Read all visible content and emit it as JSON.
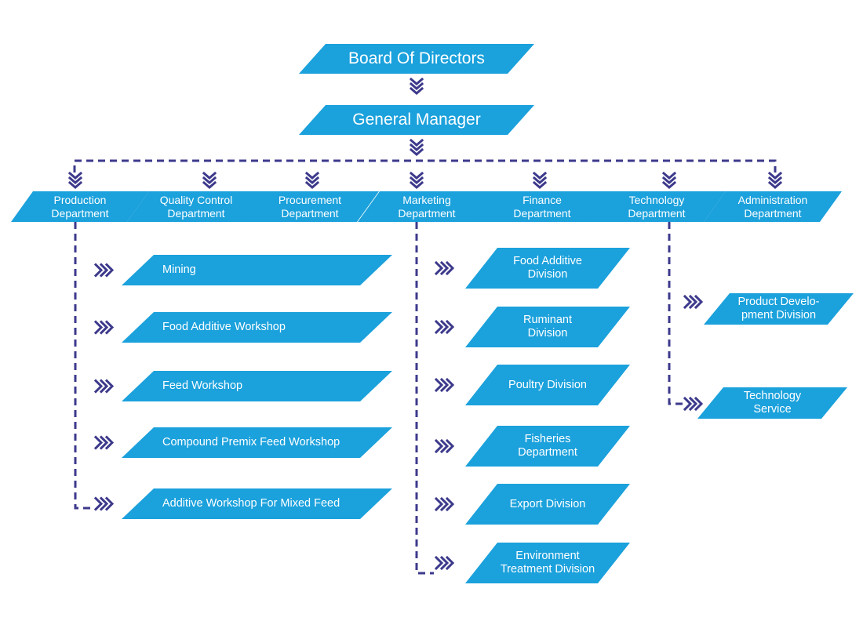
{
  "colors": {
    "box_fill": "#1ba1dc",
    "connector": "#3d3a8c",
    "text": "#ffffff"
  },
  "top": {
    "board": "Board Of Directors",
    "general_manager": "General Manager"
  },
  "departments": [
    {
      "id": "production",
      "line1": "Production",
      "line2": "Department"
    },
    {
      "id": "quality-control",
      "line1": "Quality Control",
      "line2": "Department"
    },
    {
      "id": "procurement",
      "line1": "Procurement",
      "line2": "Department"
    },
    {
      "id": "marketing",
      "line1": "Marketing",
      "line2": "Department"
    },
    {
      "id": "finance",
      "line1": "Finance",
      "line2": "Department"
    },
    {
      "id": "technology",
      "line1": "Technology",
      "line2": "Department"
    },
    {
      "id": "administration",
      "line1": "Administration",
      "line2": "Department"
    }
  ],
  "production_units": [
    {
      "line1": "Mining"
    },
    {
      "line1": "Food Additive Workshop"
    },
    {
      "line1": "Feed Workshop"
    },
    {
      "line1": "Compound Premix Feed Workshop"
    },
    {
      "line1": "Additive Workshop For Mixed Feed"
    }
  ],
  "marketing_units": [
    {
      "line1": "Food Additive",
      "line2": "Division"
    },
    {
      "line1": "Ruminant",
      "line2": "Division"
    },
    {
      "line1": "Poultry Division"
    },
    {
      "line1": "Fisheries",
      "line2": "Department"
    },
    {
      "line1": "Export Division"
    },
    {
      "line1": "Environment",
      "line2": "Treatment Division"
    }
  ],
  "technology_units": [
    {
      "line1": "Product Develo-",
      "line2": "pment Division"
    },
    {
      "line1": "Technology",
      "line2": "Service"
    }
  ]
}
